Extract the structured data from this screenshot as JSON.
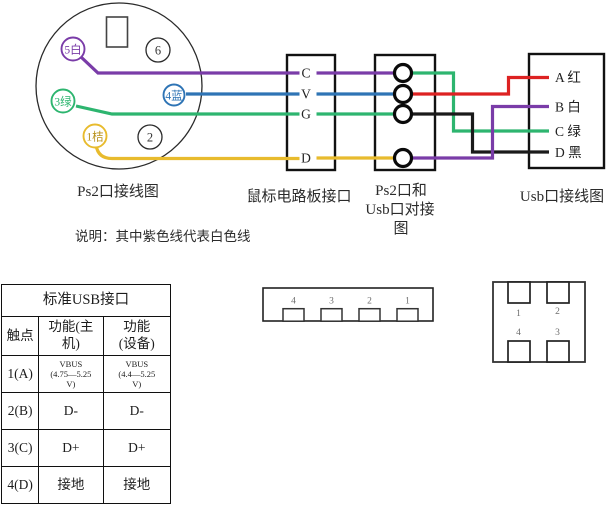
{
  "colors": {
    "purple": "#7a3ca8",
    "blue": "#2e74b5",
    "green": "#2db56f",
    "yellow": "#e8bb2d",
    "red": "#dd2222",
    "black_wire": "#1a1a1a"
  },
  "ps2_diagram": {
    "caption": "Ps2口接线图",
    "pins": {
      "p5": "5白",
      "p6": "6",
      "p4": "4蓝",
      "p3": "3绿",
      "p1": "1桔",
      "p2": "2"
    }
  },
  "board": {
    "caption": "鼠标电路板接口",
    "terminals": {
      "c": "C",
      "v": "V",
      "g": "G",
      "d": "D"
    }
  },
  "dock": {
    "caption_line1": "Ps2口和",
    "caption_line2": "Usb口对接",
    "caption_line3": "图"
  },
  "usb": {
    "caption": "Usb口接线图",
    "terminals": {
      "a": "A 红",
      "b": "B 白",
      "c": "C 绿",
      "d": "D 黑"
    }
  },
  "note": "说明：其中紫色线代表白色线",
  "usb_table": {
    "title": "标准USB接口",
    "headers": {
      "contact": "触点",
      "func_host_l1": "功能(主",
      "func_host_l2": "机)",
      "func_device_l1": "功能",
      "func_device_l2": "(设备)"
    },
    "rows": [
      {
        "contact": "1(A)",
        "host": {
          "l1": "VBUS",
          "l2": "(4.75—5.25",
          "l3": "V)"
        },
        "device": {
          "l1": "VBUS",
          "l2": "(4.4—5.25",
          "l3": "V)"
        }
      },
      {
        "contact": "2(B)",
        "host": "D-",
        "device": "D-"
      },
      {
        "contact": "3(C)",
        "host": "D+",
        "device": "D+"
      },
      {
        "contact": "4(D)",
        "host": "接地",
        "device": "接地"
      }
    ]
  },
  "connector_a": {
    "pins": [
      "4",
      "3",
      "2",
      "1"
    ]
  },
  "connector_b": {
    "pins": {
      "p1": "1",
      "p2": "2",
      "p3": "3",
      "p4": "4"
    }
  }
}
